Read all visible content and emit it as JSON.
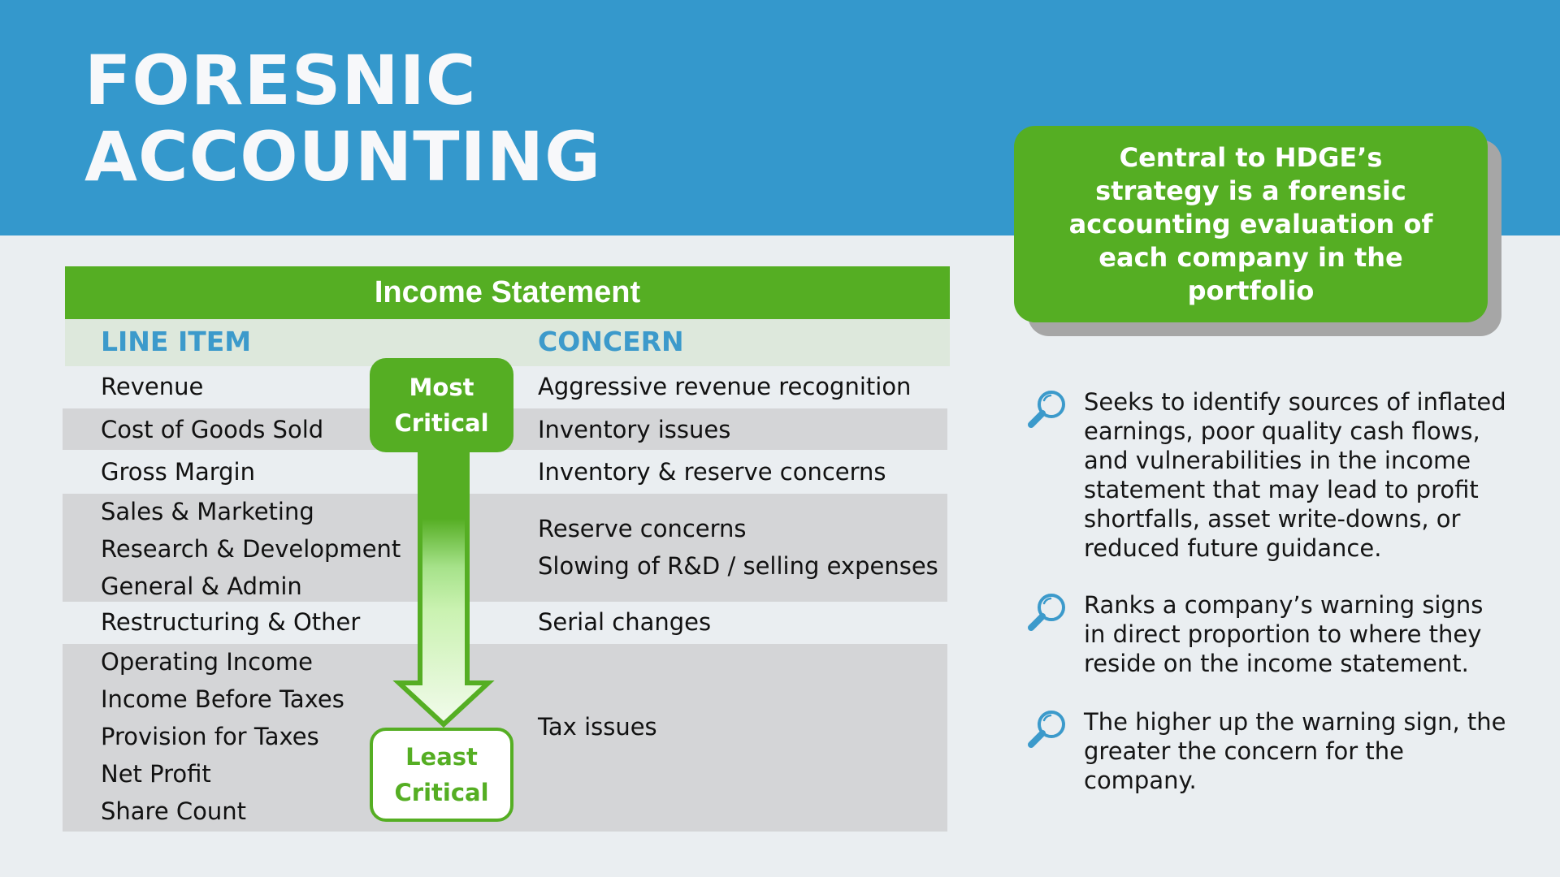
{
  "title": {
    "line1": "FORESNIC",
    "line2": "ACCOUNTING"
  },
  "callout": {
    "text": "Central to HDGE’s strategy is a forensic accounting evaluation of each company in the portfolio"
  },
  "table": {
    "title": "Income Statement",
    "headers": {
      "line_item": "LINE ITEM",
      "concern": "CONCERN"
    },
    "groups": [
      {
        "line_items": [
          "Revenue"
        ],
        "concerns": [
          "Aggressive revenue recognition"
        ]
      },
      {
        "line_items": [
          "Cost of Goods Sold"
        ],
        "concerns": [
          "Inventory issues"
        ]
      },
      {
        "line_items": [
          "Gross Margin"
        ],
        "concerns": [
          "Inventory & reserve concerns"
        ]
      },
      {
        "line_items": [
          "Sales & Marketing",
          "Research & Development",
          "General & Admin"
        ],
        "concerns": [
          "Reserve concerns",
          "Slowing of R&D / selling expenses"
        ]
      },
      {
        "line_items": [
          "Restructuring & Other"
        ],
        "concerns": [
          "Serial changes"
        ]
      },
      {
        "line_items": [
          "Operating Income",
          "Income Before Taxes",
          "Provision for Taxes",
          "Net Profit",
          "Share Count"
        ],
        "concerns": [
          "Tax issues"
        ]
      }
    ]
  },
  "criticality": {
    "top_label_1": "Most",
    "top_label_2": "Critical",
    "bottom_label_1": "Least",
    "bottom_label_2": "Critical",
    "arrow_icon": "down-arrow-icon"
  },
  "bullets": [
    {
      "icon": "magnifier-icon",
      "text": "Seeks to identify sources of inflated earnings, poor quality cash flows, and vulnerabilities in the income statement that may lead to profit shortfalls, asset write-downs, or reduced future guidance."
    },
    {
      "icon": "magnifier-icon",
      "text": "Ranks a company’s warning signs in direct proportion to where they reside on the income statement."
    },
    {
      "icon": "magnifier-icon",
      "text": "The higher up the warning sign, the greater the concern for the company."
    }
  ],
  "colors": {
    "header_blue": "#3498cc",
    "accent_green": "#55ae23",
    "row_gray": "#d4d5d7",
    "column_header_bg": "#dde8dc",
    "heading_blue": "#3c9acb",
    "background": "#eaeef1"
  }
}
